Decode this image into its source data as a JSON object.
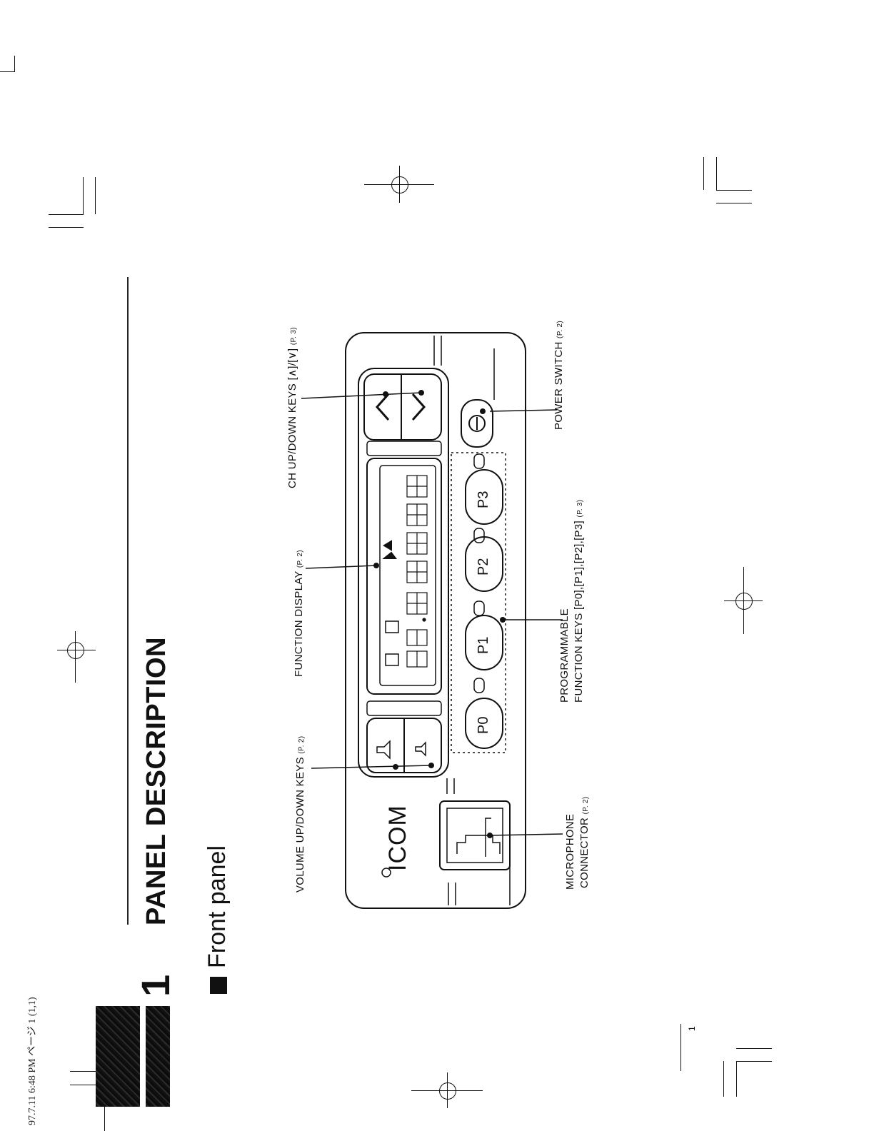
{
  "header_stamp": "97.7.11 6:48 PM ページ 1 (1,1)",
  "chapter_number": "1",
  "title": "PANEL DESCRIPTION",
  "subtitle": "Front panel",
  "page_number": "1",
  "brand": "ICOM",
  "keys": {
    "p0": "P0",
    "p1": "P1",
    "p2": "P2",
    "p3": "P3"
  },
  "labels": {
    "volume": {
      "text": "VOLUME UP/DOWN KEYS",
      "ref": "(P. 2)"
    },
    "function_display": {
      "text": "FUNCTION DISPLAY",
      "ref": "(P. 2)"
    },
    "ch_keys": {
      "text": "CH UP/DOWN KEYS [∧]/[∨]",
      "ref": "(P. 3)"
    },
    "microphone_line1": "MICROPHONE",
    "microphone_line2": {
      "text": "CONNECTOR",
      "ref": "(P. 2)"
    },
    "programmable_line1": "PROGRAMMABLE",
    "programmable_line2": {
      "text": "FUNCTION KEYS [P0],[P1],[P2],[P3]",
      "ref": "(P. 3)"
    },
    "power": {
      "text": "POWER SWITCH",
      "ref": "(P. 2)"
    }
  }
}
